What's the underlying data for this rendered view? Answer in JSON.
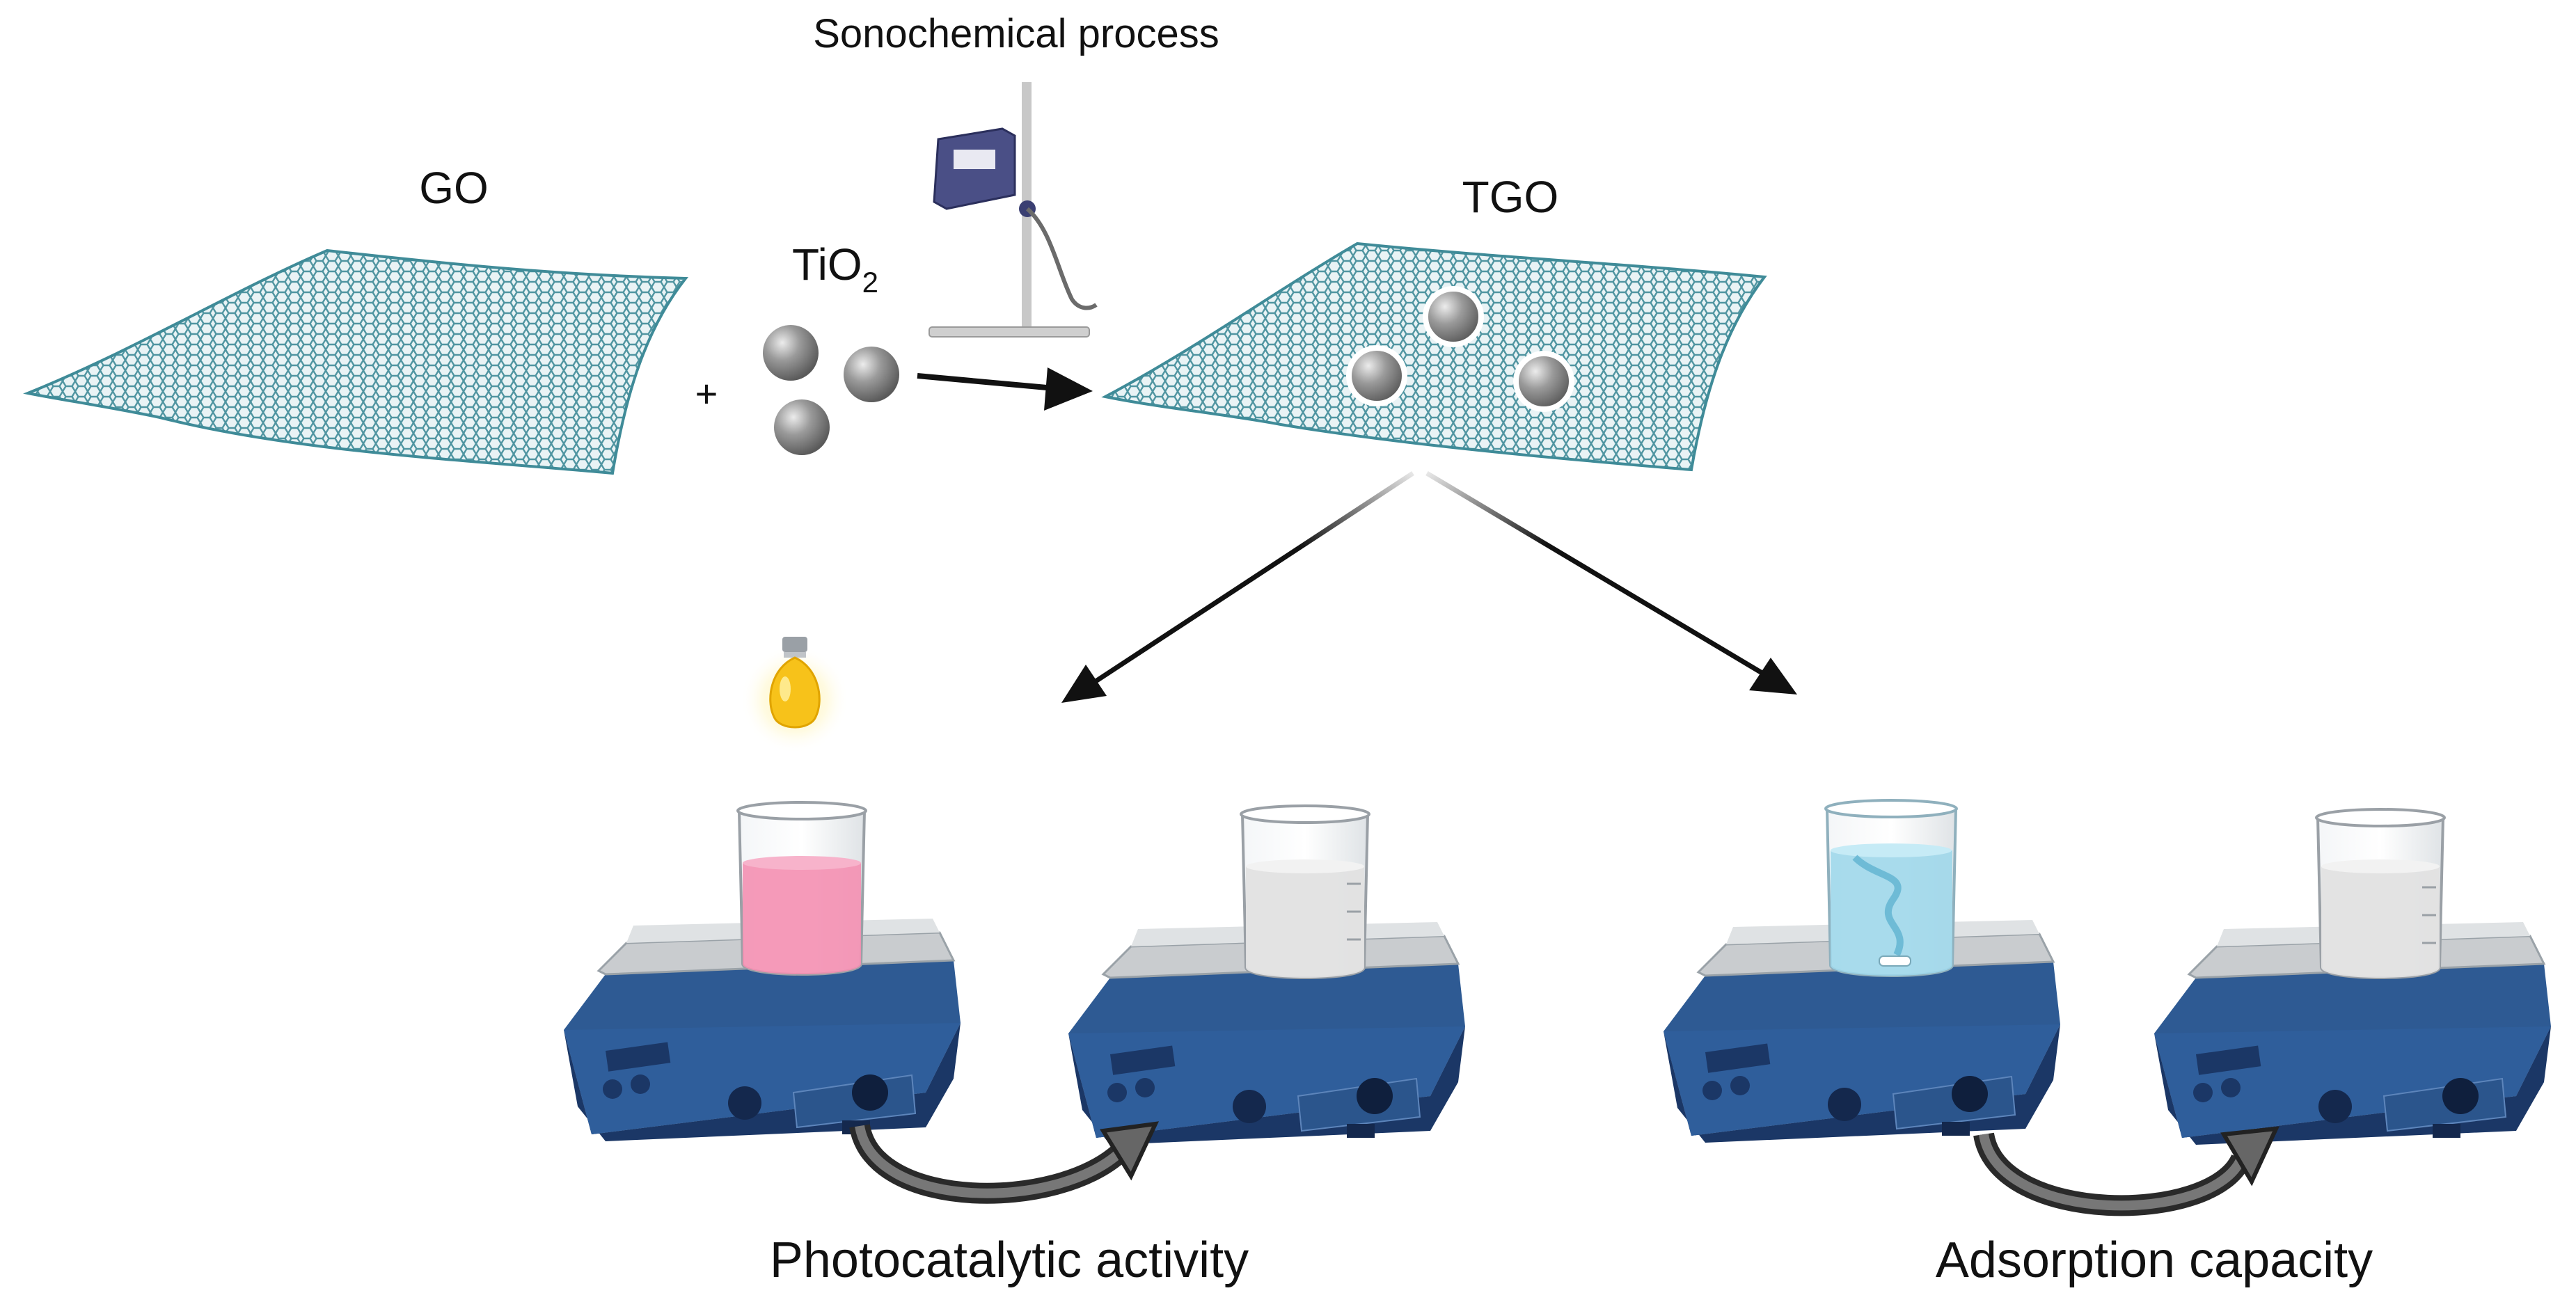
{
  "labels": {
    "sonochemical": "Sonochemical process",
    "go": "GO",
    "tio2_main": "TiO",
    "tio2_sub": "2",
    "plus": "+",
    "tgo": "TGO",
    "photocatalytic": "Photocatalytic activity",
    "adsorption": "Adsorption capacity"
  },
  "colors": {
    "sheet": "#3f8b98",
    "sheet_fill": "#e7f1f3",
    "sphere": "#8e8e8e",
    "arrow": "#111111",
    "stirrer_body": "#2e5a93",
    "stirrer_dark": "#1b3766",
    "stirrer_plate": "#c9cccf",
    "pink_liquid": "#f48fb1",
    "clear_liquid": "#e6e6e6",
    "blue_liquid": "#9fd7ea",
    "bulb": "#f7c21a",
    "sonicator": "#4a4f86"
  },
  "icons": [
    "light-bulb-icon",
    "sonicator-icon",
    "magnetic-stirrer-icon",
    "beaker-icon",
    "curved-arrow-icon"
  ]
}
